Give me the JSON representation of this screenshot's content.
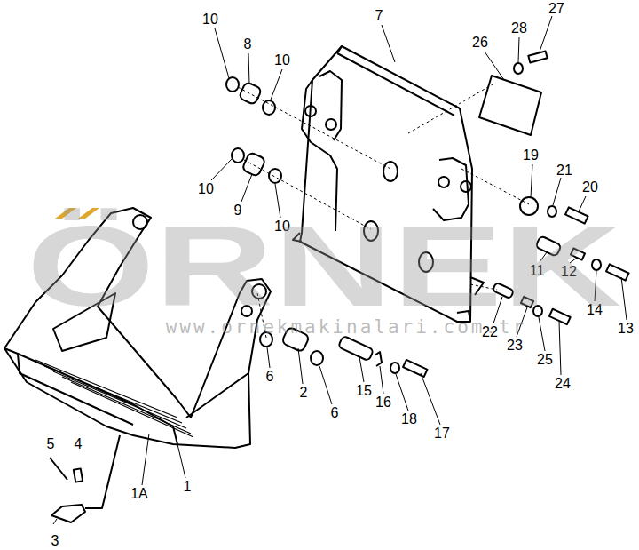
{
  "diagram": {
    "labels": [
      "10",
      "8",
      "10",
      "7",
      "27",
      "28",
      "26",
      "10",
      "9",
      "10",
      "19",
      "21",
      "20",
      "11",
      "12",
      "14",
      "13",
      "6",
      "2",
      "6",
      "15",
      "16",
      "18",
      "17",
      "22",
      "23",
      "25",
      "24",
      "5",
      "4",
      "3",
      "1A",
      "1",
      "ÖRNEK",
      "www.ornekmakinalari.com.tr"
    ]
  }
}
